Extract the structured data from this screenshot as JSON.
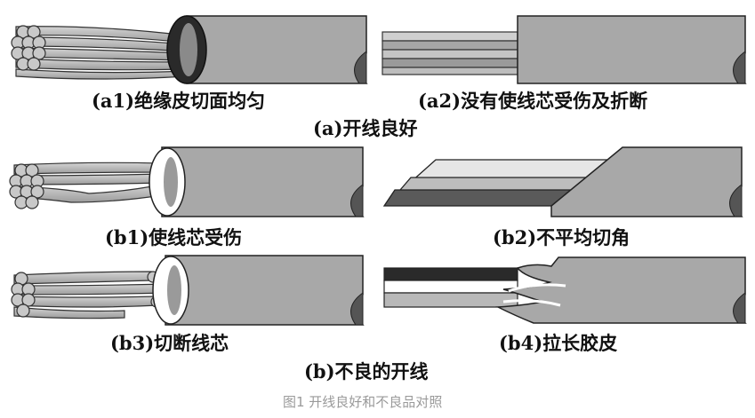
{
  "captions": {
    "a1": "(a1)绝缘皮切面均匀",
    "a2": "(a2)没有使线芯受伤及折断",
    "a": "(a)开线良好",
    "b1": "(b1)使线芯受伤",
    "b2": "(b2)不平均切角",
    "b3": "(b3)切断线芯",
    "b4": "(b4)拉长胶皮",
    "b": "(b)不良的开线"
  },
  "figure_caption": "图1 开线良好和不良品对照",
  "colors": {
    "insulation": "#a8a8a8",
    "insulation_dark": "#5a5a5a",
    "strand": "#b9b9b9",
    "outline": "#222222",
    "white_ring": "#ffffff",
    "caption_gray": "#9a9a9a"
  }
}
